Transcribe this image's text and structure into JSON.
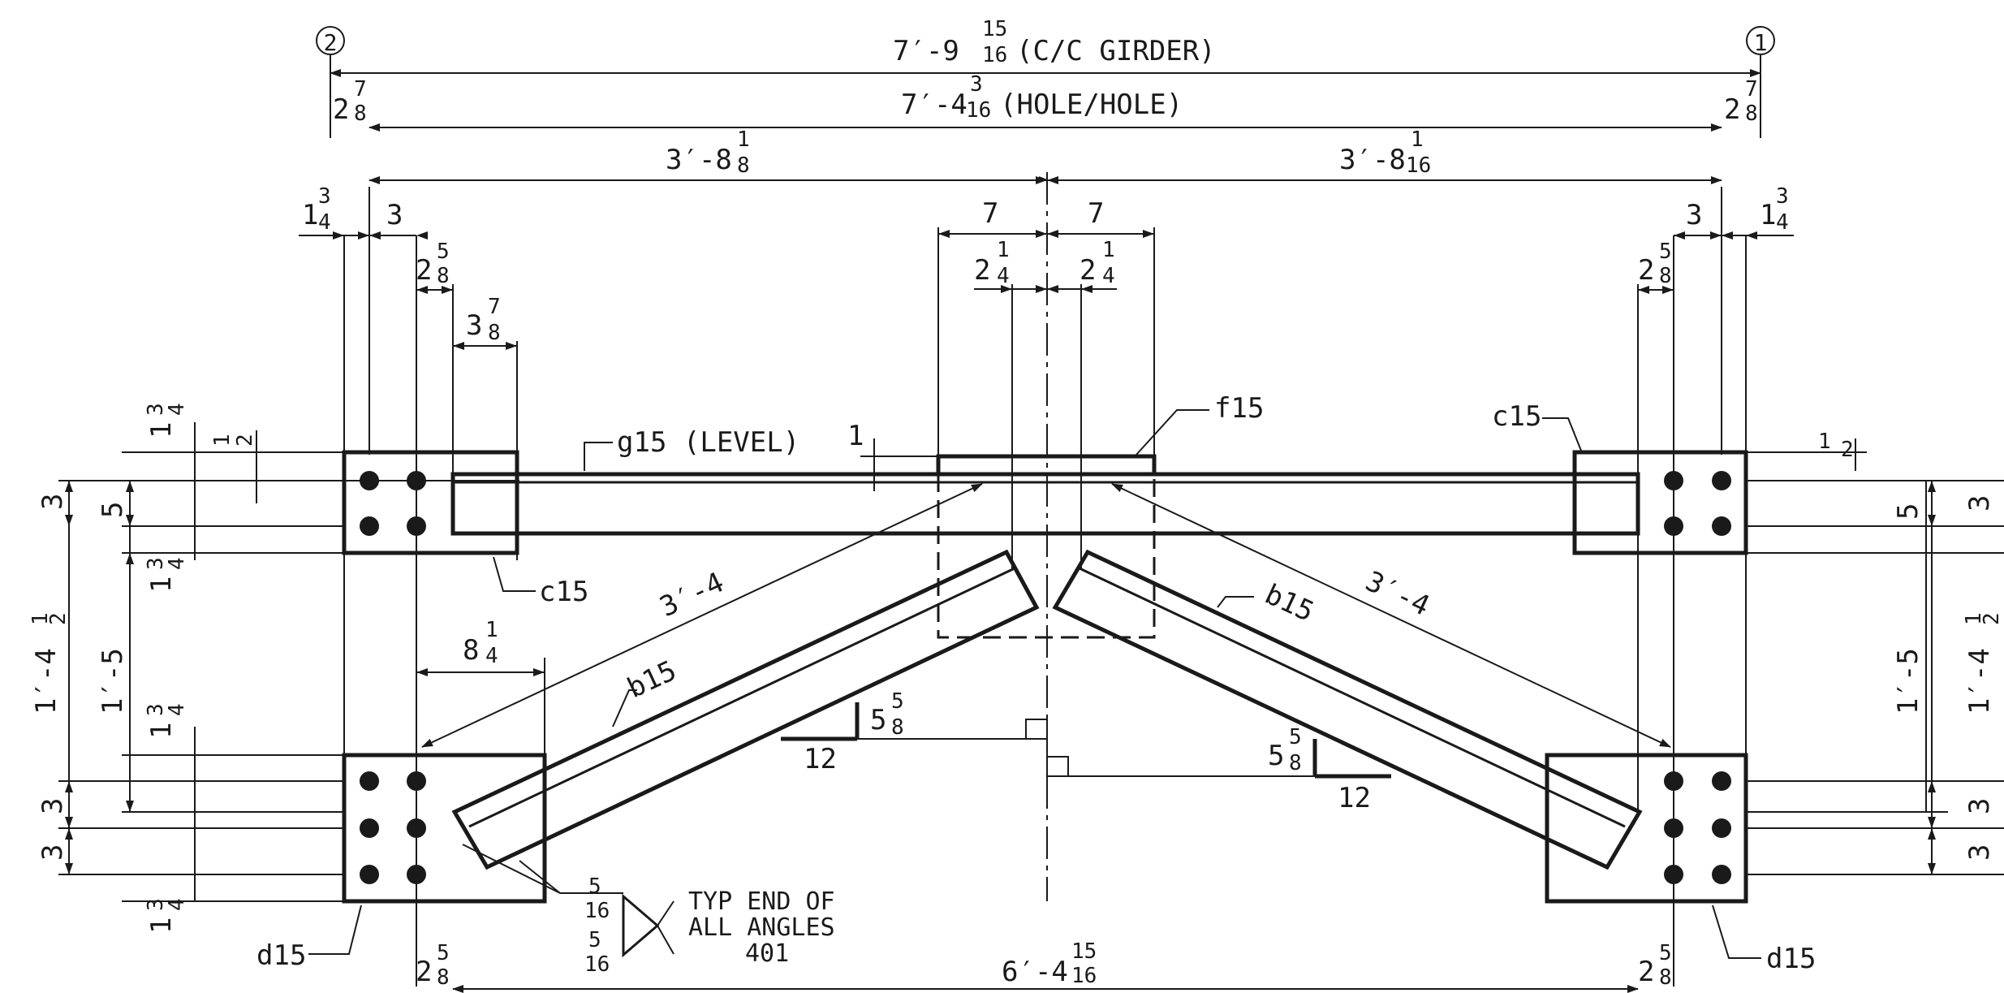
{
  "grid": {
    "left": "2",
    "right": "1"
  },
  "dims": {
    "cc_girder": "7′-9 15/16 (C/C GIRDER)",
    "cc_girder_main": "7′-9",
    "cc_girder_fn": "15",
    "cc_girder_fd": "16",
    "cc_girder_tail": "(C/C GIRDER)",
    "hole_main": "7′-4",
    "hole_fn": "3",
    "hole_fd": "16",
    "hole_tail": "(HOLE/HOLE)",
    "edge_whole": "2",
    "edge_fn": "7",
    "edge_fd": "8",
    "half_main": "3′-8",
    "half_left_fn": "1",
    "half_left_fd": "8",
    "half_right_fn": "1",
    "half_right_fd": "16",
    "col_whole": "1",
    "col_fn": "3",
    "col_fd": "4",
    "three": "3",
    "gauge_whole": "2",
    "gauge_fn": "5",
    "gauge_fd": "8",
    "clip_whole": "3",
    "clip_fn": "7",
    "clip_fd": "8",
    "seven": "7",
    "mid_whole": "2",
    "mid_fn": "1",
    "mid_fd": "4",
    "one": "1",
    "half_fn": "1",
    "half_fd": "2",
    "five": "5",
    "one_foot_5": "1′-5",
    "one_foot_4": "1′-4",
    "one_foot_4_fn": "1",
    "one_foot_4_fd": "2",
    "eight_whole": "8",
    "eight_fn": "1",
    "eight_fd": "4",
    "brace_len": "3′-4",
    "slope_whole": "5",
    "slope_fn": "5",
    "slope_fd": "8",
    "slope_run": "12",
    "weld_fn": "5",
    "weld_fd": "16",
    "bottom_main": "6′-4",
    "bottom_fn": "15",
    "bottom_fd": "16"
  },
  "marks": {
    "g15": "g15 (LEVEL)",
    "f15": "f15",
    "c15": "c15",
    "b15": "b15",
    "d15": "d15"
  },
  "weld_note": {
    "line1": "TYP END OF",
    "line2": "ALL ANGLES",
    "line3": "401"
  }
}
